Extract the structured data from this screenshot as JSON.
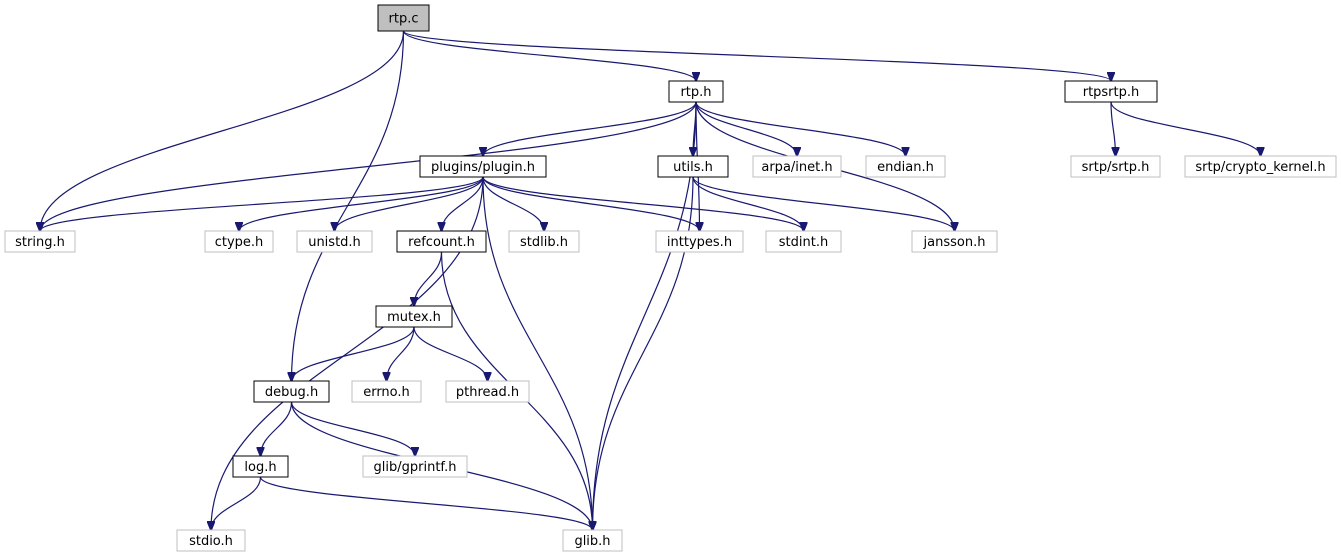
{
  "nodes": [
    {
      "id": "rtp_c",
      "label": "rtp.c",
      "kind": "root"
    },
    {
      "id": "rtp_h",
      "label": "rtp.h",
      "kind": "documented"
    },
    {
      "id": "rtpsrtp_h",
      "label": "rtpsrtp.h",
      "kind": "documented"
    },
    {
      "id": "plugin_h",
      "label": "plugins/plugin.h",
      "kind": "documented"
    },
    {
      "id": "utils_h",
      "label": "utils.h",
      "kind": "documented"
    },
    {
      "id": "arpa_inet_h",
      "label": "arpa/inet.h",
      "kind": "external"
    },
    {
      "id": "endian_h",
      "label": "endian.h",
      "kind": "external"
    },
    {
      "id": "srtp_srtp_h",
      "label": "srtp/srtp.h",
      "kind": "external"
    },
    {
      "id": "srtp_crypto_h",
      "label": "srtp/crypto_kernel.h",
      "kind": "external"
    },
    {
      "id": "string_h",
      "label": "string.h",
      "kind": "external"
    },
    {
      "id": "ctype_h",
      "label": "ctype.h",
      "kind": "external"
    },
    {
      "id": "unistd_h",
      "label": "unistd.h",
      "kind": "external"
    },
    {
      "id": "refcount_h",
      "label": "refcount.h",
      "kind": "documented"
    },
    {
      "id": "stdlib_h",
      "label": "stdlib.h",
      "kind": "external"
    },
    {
      "id": "inttypes_h",
      "label": "inttypes.h",
      "kind": "external"
    },
    {
      "id": "stdint_h",
      "label": "stdint.h",
      "kind": "external"
    },
    {
      "id": "jansson_h",
      "label": "jansson.h",
      "kind": "external"
    },
    {
      "id": "mutex_h",
      "label": "mutex.h",
      "kind": "documented"
    },
    {
      "id": "debug_h",
      "label": "debug.h",
      "kind": "documented"
    },
    {
      "id": "errno_h",
      "label": "errno.h",
      "kind": "external"
    },
    {
      "id": "pthread_h",
      "label": "pthread.h",
      "kind": "external"
    },
    {
      "id": "log_h",
      "label": "log.h",
      "kind": "documented"
    },
    {
      "id": "glib_gprintf_h",
      "label": "glib/gprintf.h",
      "kind": "external"
    },
    {
      "id": "stdio_h",
      "label": "stdio.h",
      "kind": "external"
    },
    {
      "id": "glib_h",
      "label": "glib.h",
      "kind": "external"
    }
  ],
  "edges": [
    [
      "rtp_c",
      "string_h"
    ],
    [
      "rtp_c",
      "debug_h"
    ],
    [
      "rtp_c",
      "rtp_h"
    ],
    [
      "rtp_c",
      "rtpsrtp_h"
    ],
    [
      "rtp_h",
      "string_h"
    ],
    [
      "rtp_h",
      "plugin_h"
    ],
    [
      "rtp_h",
      "inttypes_h"
    ],
    [
      "rtp_h",
      "utils_h"
    ],
    [
      "rtp_h",
      "arpa_inet_h"
    ],
    [
      "rtp_h",
      "endian_h"
    ],
    [
      "rtp_h",
      "jansson_h"
    ],
    [
      "rtp_h",
      "glib_h"
    ],
    [
      "rtpsrtp_h",
      "srtp_srtp_h"
    ],
    [
      "rtpsrtp_h",
      "srtp_crypto_h"
    ],
    [
      "plugin_h",
      "string_h"
    ],
    [
      "plugin_h",
      "stdio_h"
    ],
    [
      "plugin_h",
      "ctype_h"
    ],
    [
      "plugin_h",
      "unistd_h"
    ],
    [
      "plugin_h",
      "refcount_h"
    ],
    [
      "plugin_h",
      "stdlib_h"
    ],
    [
      "plugin_h",
      "glib_h"
    ],
    [
      "plugin_h",
      "inttypes_h"
    ],
    [
      "plugin_h",
      "stdint_h"
    ],
    [
      "utils_h",
      "stdint_h"
    ],
    [
      "utils_h",
      "jansson_h"
    ],
    [
      "utils_h",
      "glib_h"
    ],
    [
      "refcount_h",
      "mutex_h"
    ],
    [
      "refcount_h",
      "glib_h"
    ],
    [
      "mutex_h",
      "debug_h"
    ],
    [
      "mutex_h",
      "errno_h"
    ],
    [
      "mutex_h",
      "pthread_h"
    ],
    [
      "debug_h",
      "log_h"
    ],
    [
      "debug_h",
      "glib_gprintf_h"
    ],
    [
      "debug_h",
      "glib_h"
    ],
    [
      "log_h",
      "stdio_h"
    ],
    [
      "log_h",
      "glib_h"
    ]
  ],
  "colors": {
    "edge": "#191970",
    "root_fill": "#bfbfbf",
    "documented_border": "#000000",
    "external_border": "#bfbfbf",
    "text": "#000000"
  }
}
